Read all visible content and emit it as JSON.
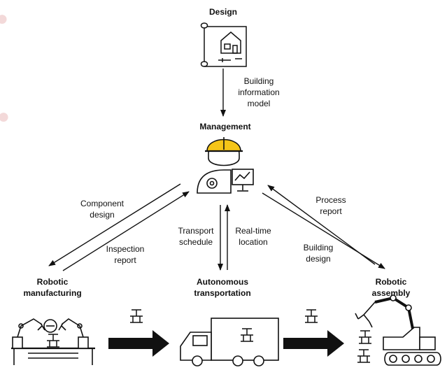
{
  "nodes": {
    "design": "Design",
    "management": "Management",
    "robotic_manufacturing": [
      "Robotic",
      "manufacturing"
    ],
    "autonomous_transportation": [
      "Autonomous",
      "transportation"
    ],
    "robotic_assembly": [
      "Robotic",
      "assembly"
    ]
  },
  "edges": {
    "building_information_model": [
      "Building",
      "information",
      "model"
    ],
    "component_design": [
      "Component",
      "design"
    ],
    "inspection_report": [
      "Inspection",
      "report"
    ],
    "transport_schedule": [
      "Transport",
      "schedule"
    ],
    "real_time_location": [
      "Real-time",
      "location"
    ],
    "process_report": [
      "Process",
      "report"
    ],
    "building_design": [
      "Building",
      "design"
    ]
  },
  "icons": [
    "blueprint-icon",
    "manager-icon",
    "robot-arms-icon",
    "truck-icon",
    "excavator-robot-icon",
    "beam-component-icon",
    "flow-arrow-icon"
  ],
  "colors": {
    "helmet": "#f5c518",
    "ink": "#111111"
  }
}
